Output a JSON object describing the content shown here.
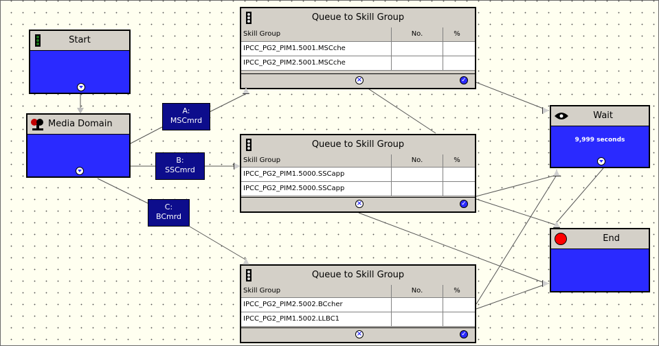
{
  "nodes": {
    "start": {
      "title": "Start"
    },
    "media_domain": {
      "title": "Media Domain"
    },
    "wait": {
      "title": "Wait",
      "value": "9,999 seconds"
    },
    "end": {
      "title": "End"
    }
  },
  "labels": {
    "a": {
      "line1": "A:",
      "line2": "MSCmrd"
    },
    "b": {
      "line1": "B:",
      "line2": "SSCmrd"
    },
    "c": {
      "line1": "C:",
      "line2": "BCmrd"
    }
  },
  "queues": [
    {
      "title": "Queue to Skill Group",
      "headers": {
        "group": "Skill Group",
        "no": "No.",
        "pct": "%"
      },
      "rows": [
        {
          "group": "IPCC_PG2_PIM1.5001.MSCche",
          "no": "",
          "pct": ""
        },
        {
          "group": "IPCC_PG2_PIM2.5001.MSCche",
          "no": "",
          "pct": ""
        }
      ]
    },
    {
      "title": "Queue to Skill Group",
      "headers": {
        "group": "Skill Group",
        "no": "No.",
        "pct": "%"
      },
      "rows": [
        {
          "group": "IPCC_PG2_PIM1.5000.SSCapp",
          "no": "",
          "pct": ""
        },
        {
          "group": "IPCC_PG2_PIM2.5000.SSCapp",
          "no": "",
          "pct": ""
        }
      ]
    },
    {
      "title": "Queue to Skill Group",
      "headers": {
        "group": "Skill Group",
        "no": "No.",
        "pct": "%"
      },
      "rows": [
        {
          "group": "IPCC_PG2_PIM2.5002.BCcher",
          "no": "",
          "pct": ""
        },
        {
          "group": "IPCC_PG2_PIM1.5002.LLBC1",
          "no": "",
          "pct": ""
        }
      ]
    }
  ],
  "colors": {
    "node_fill": "#2a2aff",
    "title_fill": "#d4d0c8",
    "label_fill": "#0d0d8c",
    "canvas": "#fffff0"
  },
  "icons": {
    "start": "traffic-light-icon",
    "media_domain": "media-domain-icon",
    "queue": "traffic-light-icon",
    "wait": "eye-icon",
    "end": "stop-icon"
  }
}
